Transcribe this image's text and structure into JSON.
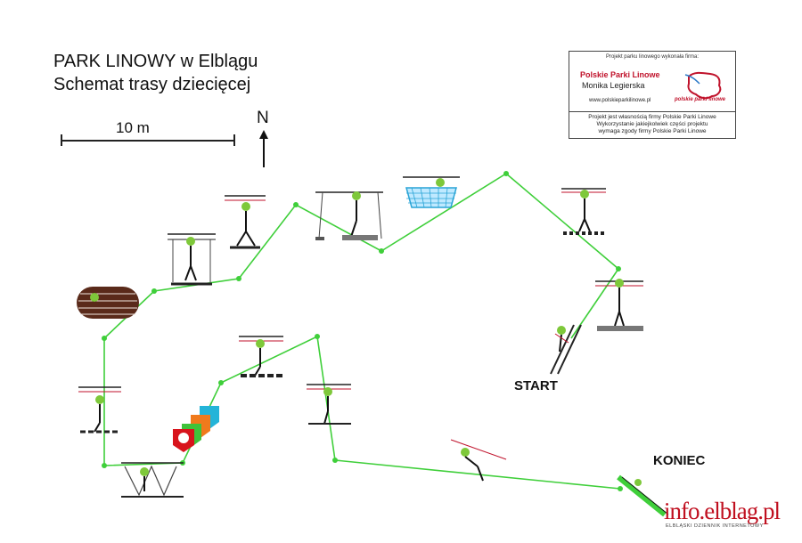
{
  "title": {
    "line1": "PARK LINOWY w Elblągu",
    "line2": "Schemat trasy dziecięcej"
  },
  "scale": {
    "label": "10 m"
  },
  "north": {
    "label": "N"
  },
  "credits": {
    "header": "Projekt parku linowego wykonała firma:",
    "company": "Polskie Parki Linowe",
    "person": "Monika Legierska",
    "url": "www.polskieparkilinowe.pl",
    "logo_text": "polskie parki linowe",
    "note_line1": "Projekt jest własnością firmy Polskie Parki Linowe",
    "note_line2": "Wykorzystanie jakiejkolwiek części projektu",
    "note_line3": "wymaga zgody firmy Polskie Parki Linowe"
  },
  "route": {
    "start_label": "START",
    "end_label": "KONIEC",
    "line_color": "#3fcf3a",
    "station_icons": [
      "ladder-climb-icon",
      "bridge-walk-icon",
      "balance-beam-icon",
      "net-crossing-icon",
      "hanging-planks-icon",
      "rope-bridge-icon",
      "cargo-walk-icon",
      "tunnel-icon",
      "swing-step-icon",
      "stepping-blocks-icon",
      "zig-zag-rope-icon",
      "log-walk-icon",
      "rope-step-icon",
      "zipline-icon",
      "landing-ramp-icon"
    ]
  },
  "watermark": {
    "main": "info.elblag.pl",
    "sub": "ELBLĄSKI DZIENNIK INTERNETOWY"
  }
}
